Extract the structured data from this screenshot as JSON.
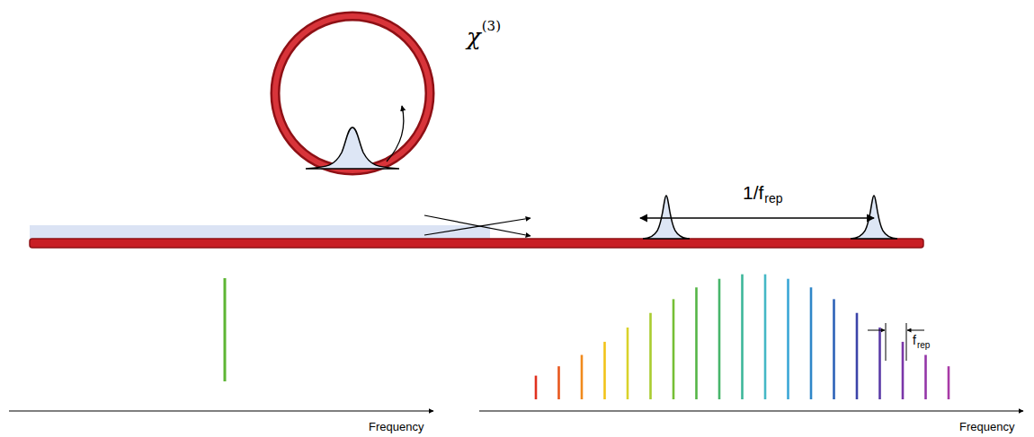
{
  "diagram": {
    "labels": [
      "χ",
      "(3)",
      "1/f",
      "rep",
      "f",
      "rep",
      "Frequency",
      "Frequency"
    ]
  }
}
